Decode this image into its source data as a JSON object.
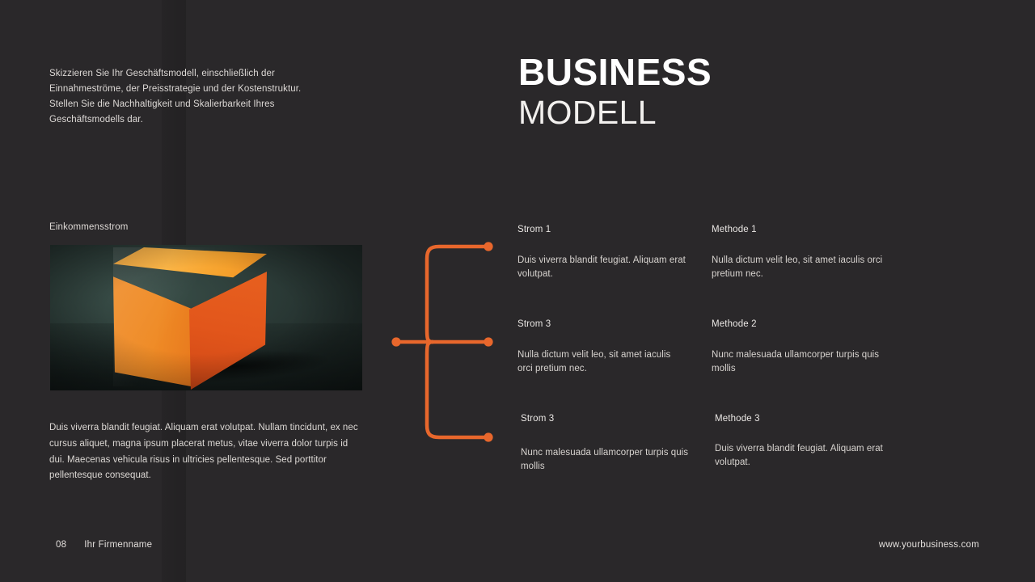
{
  "slide": {
    "background_color": "#2a282a",
    "accent_color": "#e8672c",
    "intro_text": "Skizzieren Sie Ihr Geschäftsmodell, einschließlich der Einnahmeströme, der Preisstrategie und der Kostenstruktur.\nStellen Sie die Nachhaltigkeit und Skalierbarkeit Ihres Geschäftsmodells dar."
  },
  "title": {
    "main": "BUSINESS",
    "sub": "MODELL"
  },
  "left": {
    "image_label": "Einkommensstrom",
    "image_alt": "orange-cube-photo",
    "body": "Duis viverra blandit feugiat. Aliquam erat volutpat. Nullam tincidunt, ex nec cursus aliquet, magna ipsum placerat metus, vitae viverra dolor turpis id dui. Maecenas vehicula risus in ultricies pellentesque. Sed porttitor pellentesque consequat."
  },
  "streams": [
    {
      "heading": "Strom 1",
      "body": "Duis viverra blandit feugiat. Aliquam erat volutpat."
    },
    {
      "heading": "Strom 3",
      "body": "Nulla dictum velit leo, sit amet iaculis orci pretium nec."
    },
    {
      "heading": "Strom 3",
      "body": "Nunc malesuada ullamcorper turpis quis mollis"
    }
  ],
  "methods": [
    {
      "heading": "Methode 1",
      "body": "Nulla dictum velit leo, sit amet iaculis orci pretium nec."
    },
    {
      "heading": "Methode 2",
      "body": "Nunc malesuada ullamcorper turpis quis mollis"
    },
    {
      "heading": "Methode 3",
      "body": "Duis viverra blandit feugiat. Aliquam erat volutpat."
    }
  ],
  "connector": {
    "type": "brace-branch",
    "color": "#e8672c",
    "nodes": [
      "input-node",
      "branch-node-1",
      "branch-node-2",
      "branch-node-3"
    ]
  },
  "footer": {
    "page_number": "08",
    "company": "Ihr Firmenname",
    "website": "www.yourbusiness.com"
  }
}
